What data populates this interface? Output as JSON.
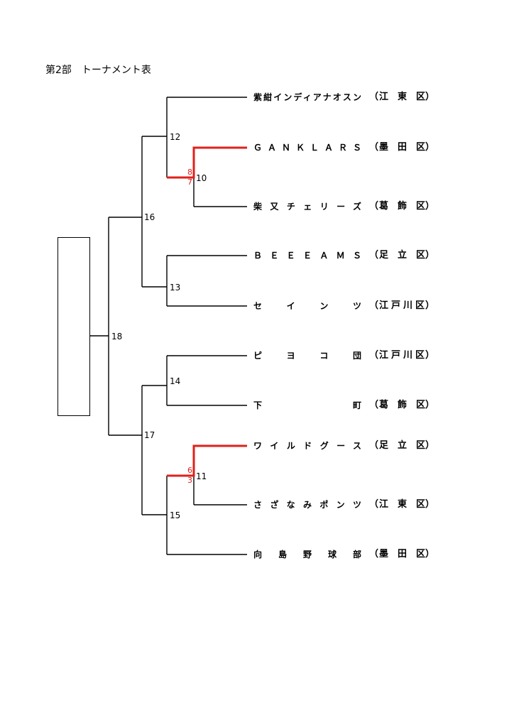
{
  "title": "第2部　トーナメント表",
  "colors": {
    "line": "#000000",
    "winner": "#e0201b"
  },
  "teams": [
    {
      "name": "紫紺インディアナオスン",
      "region": "江　東　区"
    },
    {
      "name": "ＧＡＮＫＬＡＲＳ",
      "region": "墨　田　区"
    },
    {
      "name": "柴又チェリーズ",
      "region": "葛　飾　区"
    },
    {
      "name": "ＢＥＥＥＡＭＳ",
      "region": "足　立　区"
    },
    {
      "name": "セインツ",
      "region": "江戸川区"
    },
    {
      "name": "ピヨコ団",
      "region": "江戸川区"
    },
    {
      "name": "下町",
      "region": "葛　飾　区"
    },
    {
      "name": "ワイルドグース",
      "region": "足　立　区"
    },
    {
      "name": "さざなみポンツ",
      "region": "江　東　区"
    },
    {
      "name": "向島野球部",
      "region": "墨　田　区"
    }
  ],
  "paren_open": "（",
  "paren_close": "）",
  "games": [
    "10",
    "11",
    "12",
    "13",
    "14",
    "15",
    "16",
    "17",
    "18"
  ],
  "scores": {
    "game10": {
      "top": "8",
      "bottom": "7"
    },
    "game11": {
      "top": "6",
      "bottom": "3"
    }
  }
}
